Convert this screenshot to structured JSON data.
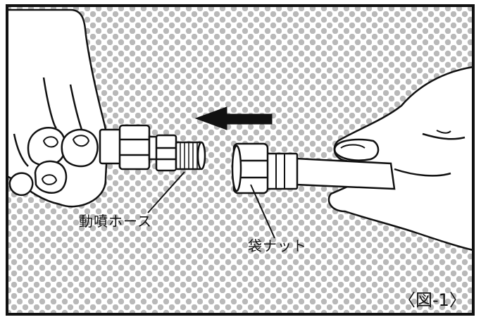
{
  "figure": {
    "labels": {
      "hose": "動噴ホース",
      "nut": "袋ナット",
      "figure_number": "〈図-1〉"
    },
    "colors": {
      "ink": "#111111",
      "paper": "#ffffff",
      "dot": "#b9b9b9"
    }
  }
}
